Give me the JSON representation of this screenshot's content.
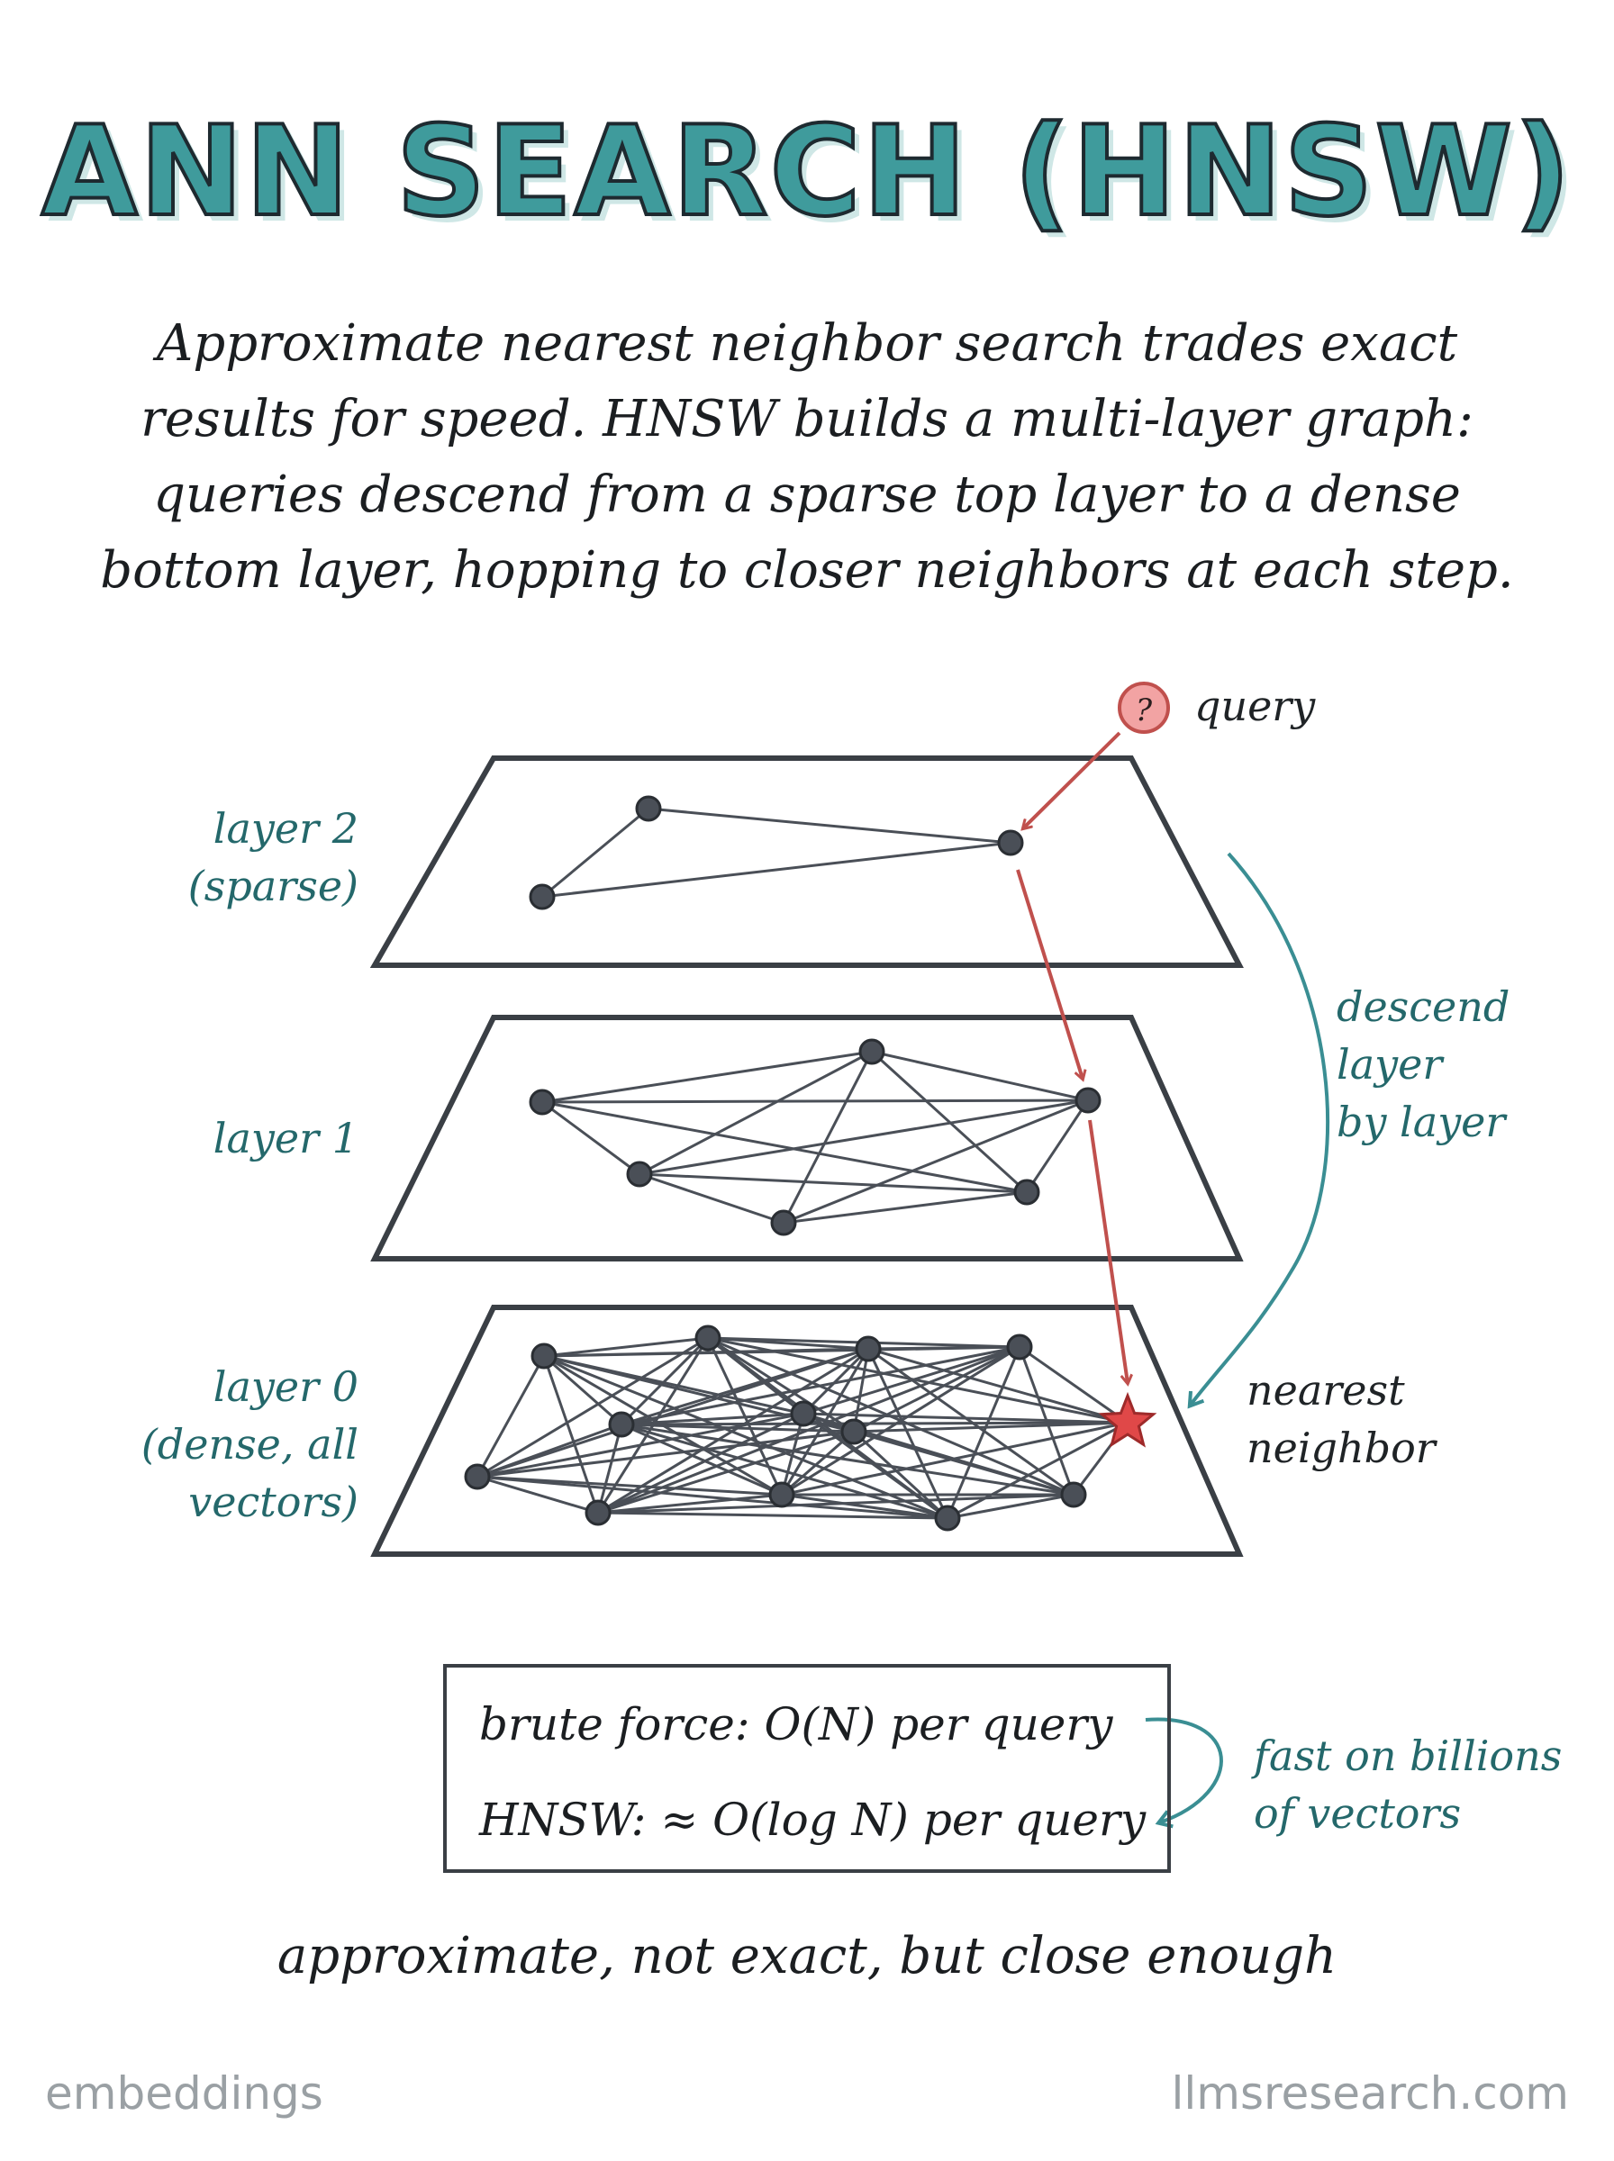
{
  "title": "ANN SEARCH (HNSW)",
  "intro": [
    "Approximate nearest neighbor search trades exact",
    "results for speed. HNSW builds a multi-layer graph:",
    "queries descend from a sparse top layer to a dense",
    "bottom layer, hopping to closer neighbors at each step."
  ],
  "query": {
    "symbol": "?",
    "label": "query"
  },
  "layers": {
    "layer2": [
      "layer 2",
      "(sparse)"
    ],
    "layer1": [
      "layer 1"
    ],
    "layer0": [
      "layer 0",
      "(dense, all",
      "vectors)"
    ]
  },
  "descend_note": [
    "descend",
    "layer",
    "by layer"
  ],
  "nearest_label": [
    "nearest",
    "neighbor"
  ],
  "complexity": {
    "brute": "brute force: O(N) per query",
    "hnsw": "HNSW: ≈ O(log N) per query",
    "note": [
      "fast on billions",
      "of vectors"
    ]
  },
  "tagline": "approximate, not exact, but close enough",
  "footer": {
    "left": "embeddings",
    "right": "llmsresearch.com"
  },
  "colors": {
    "title": "#3f9b9c",
    "teal_text": "#24686b",
    "query_path": "#c0504d",
    "node": "#4a4f57",
    "plane": "#3a3f45",
    "star": "#e04848"
  }
}
